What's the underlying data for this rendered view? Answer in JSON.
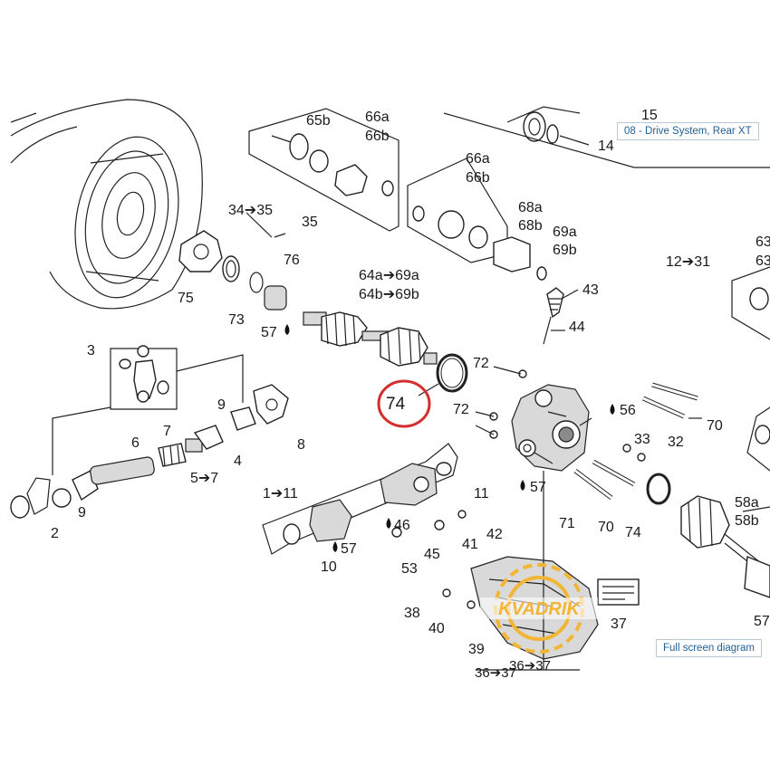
{
  "links": {
    "section_link": "08 - Drive System, Rear XT",
    "full_screen": "Full screen diagram"
  },
  "callouts": {
    "c15": "15",
    "c14": "14",
    "c65b": "65b",
    "c66a_top": "66a",
    "c66b_top": "66b",
    "c66a": "66a",
    "c66b": "66b",
    "c68a": "68a",
    "c68b": "68b",
    "c69a": "69a",
    "c69b": "69b",
    "c34_35": "34➔35",
    "c35": "35",
    "c76": "76",
    "c75": "75",
    "c73": "73",
    "c57a": "57",
    "c64a_69a": "64a➔69a",
    "c64b_69b": "64b➔69b",
    "c43": "43",
    "c44": "44",
    "c12_31": "12➔31",
    "c63a": "63",
    "c63b": "63",
    "c3": "3",
    "c9a": "9",
    "c7": "7",
    "c6": "6",
    "c4": "4",
    "c8": "8",
    "c5_7": "5➔7",
    "c9b": "9",
    "c2": "2",
    "c72a": "72",
    "c72b": "72",
    "c74_circled": "74",
    "c56": "56",
    "c70a": "70",
    "c33": "33",
    "c32": "32",
    "c57b": "57",
    "c11": "11",
    "c1_11": "1➔11",
    "c46": "46",
    "c42": "42",
    "c41": "41",
    "c45": "45",
    "c57c": "57",
    "c10": "10",
    "c53": "53",
    "c71": "71",
    "c70b": "70",
    "c74b": "74",
    "c58a": "58a",
    "c58b": "58b",
    "c57d": "57",
    "c38": "38",
    "c40": "40",
    "c39": "39",
    "c37": "37",
    "c36_37a": "36➔37",
    "c36_37b": "36➔37"
  },
  "highlight": {
    "target_part": "74",
    "circle_color": "#d32f2f"
  },
  "watermark": {
    "text": "KVADRIK",
    "color": "#f3b535"
  },
  "icons": [
    "oil-drop-icon",
    "arrow-right-icon"
  ]
}
